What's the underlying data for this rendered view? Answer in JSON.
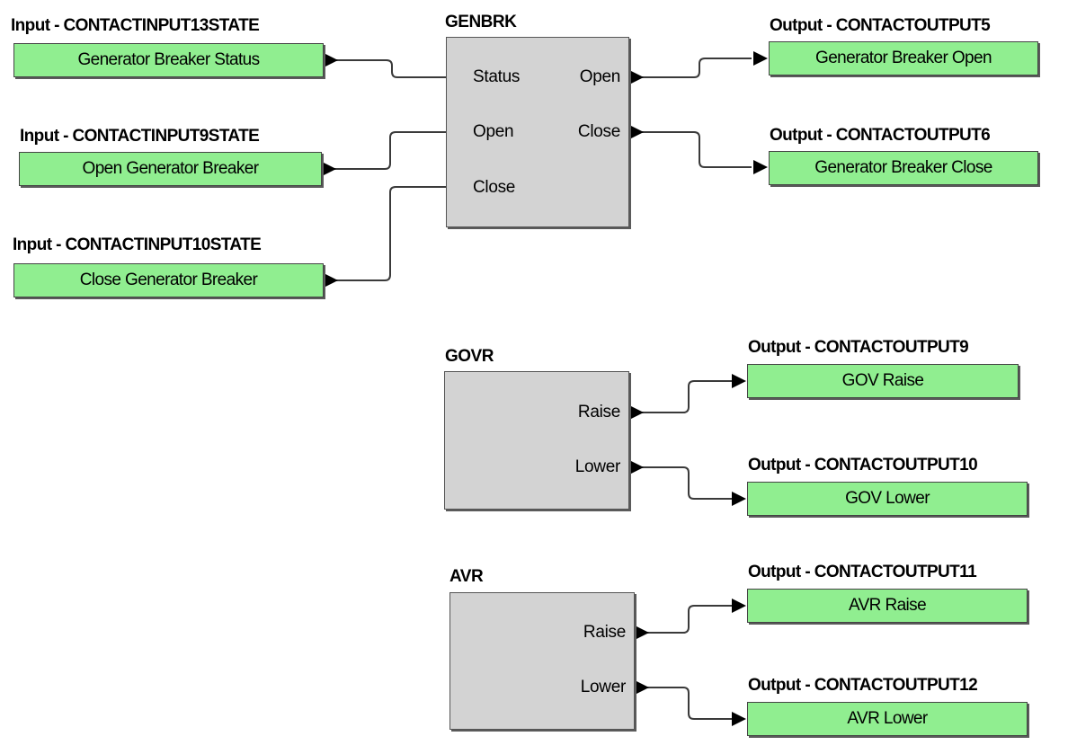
{
  "colors": {
    "io_fill": "#90ee90",
    "block_fill": "#d3d3d3",
    "wire": "#000000"
  },
  "inputs": [
    {
      "heading": "Input - CONTACTINPUT13STATE",
      "label": "Generator Breaker Status"
    },
    {
      "heading": "Input - CONTACTINPUT9STATE",
      "label": "Open Generator Breaker"
    },
    {
      "heading": "Input - CONTACTINPUT10STATE",
      "label": "Close Generator Breaker"
    }
  ],
  "blocks": [
    {
      "title": "GENBRK",
      "in_ports": [
        "Status",
        "Open",
        "Close"
      ],
      "out_ports": [
        "Open",
        "Close"
      ]
    },
    {
      "title": "GOVR",
      "out_ports": [
        "Raise",
        "Lower"
      ]
    },
    {
      "title": "AVR",
      "out_ports": [
        "Raise",
        "Lower"
      ]
    }
  ],
  "outputs": [
    {
      "heading": "Output - CONTACTOUTPUT5",
      "label": "Generator Breaker Open"
    },
    {
      "heading": "Output - CONTACTOUTPUT6",
      "label": "Generator Breaker Close"
    },
    {
      "heading": "Output - CONTACTOUTPUT9",
      "label": "GOV Raise"
    },
    {
      "heading": "Output - CONTACTOUTPUT10",
      "label": "GOV Lower"
    },
    {
      "heading": "Output - CONTACTOUTPUT11",
      "label": "AVR Raise"
    },
    {
      "heading": "Output - CONTACTOUTPUT12",
      "label": "AVR Lower"
    }
  ]
}
